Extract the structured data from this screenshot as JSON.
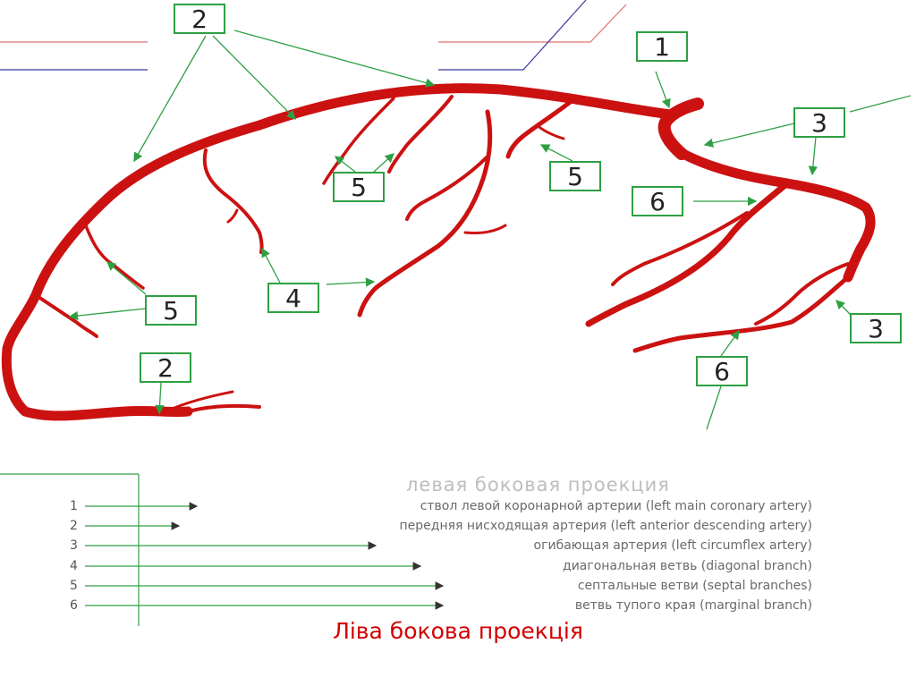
{
  "callouts": [
    {
      "label": "2"
    },
    {
      "label": "1"
    },
    {
      "label": "3"
    },
    {
      "label": "5"
    },
    {
      "label": "5"
    },
    {
      "label": "6"
    },
    {
      "label": "4"
    },
    {
      "label": "5"
    },
    {
      "label": "2"
    },
    {
      "label": "3"
    },
    {
      "label": "6"
    }
  ],
  "legend": {
    "title": "левая боковая проекция",
    "items": [
      {
        "num": "1",
        "text": "ствол левой коронарной артерии (left main coronary artery)"
      },
      {
        "num": "2",
        "text": "передняя нисходящая артерия (left anterior descending artery)"
      },
      {
        "num": "3",
        "text": "огибающая артерия (left circumflex artery)"
      },
      {
        "num": "4",
        "text": "диагональная ветвь (diagonal branch)"
      },
      {
        "num": "5",
        "text": "септальные ветви (septal branches)"
      },
      {
        "num": "6",
        "text": "ветвь тупого края (marginal branch)"
      }
    ]
  },
  "caption": "Ліва бокова проекція",
  "colors": {
    "artery": "#cc1111",
    "callout": "#2ea043",
    "caption": "#d40000"
  }
}
